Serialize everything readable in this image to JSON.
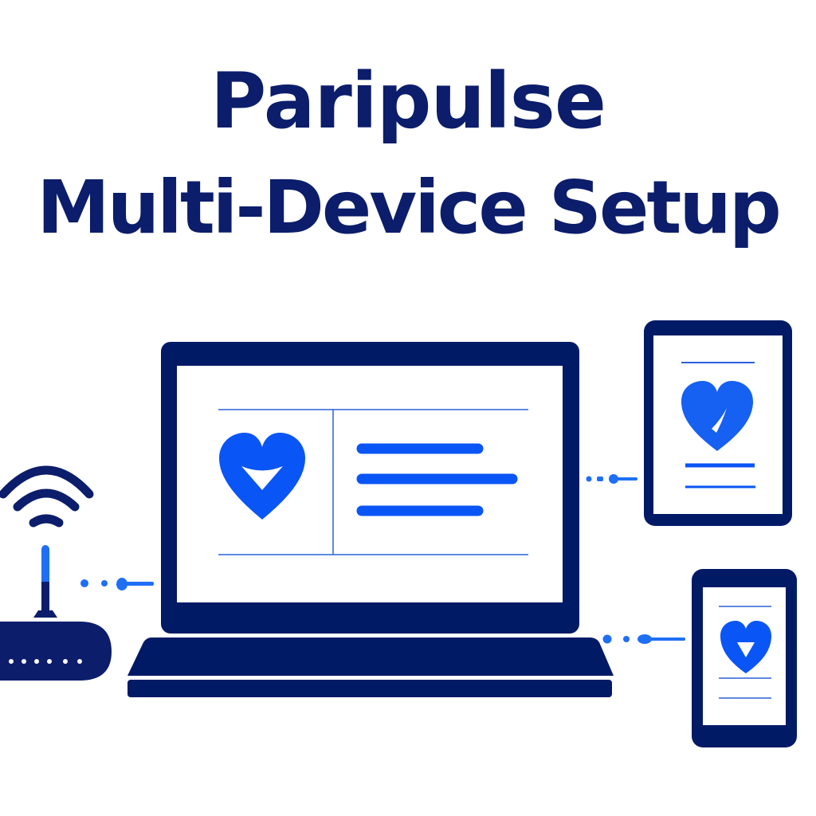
{
  "title": {
    "line1": "Paripulse",
    "line2": "Multi-Device Setup"
  },
  "colors": {
    "navy": "#001a66",
    "accent_blue": "#0a55f5",
    "line_blue": "#2a62d9",
    "background": "#ffffff"
  },
  "devices": [
    {
      "name": "router",
      "icon": "wifi-router-icon"
    },
    {
      "name": "laptop",
      "icon": "laptop-icon",
      "screen_content": [
        "heart-icon",
        "text-lines"
      ]
    },
    {
      "name": "tablet",
      "icon": "tablet-icon",
      "screen_content": [
        "heart-check-icon",
        "text-lines"
      ]
    },
    {
      "name": "phone",
      "icon": "phone-icon",
      "screen_content": [
        "heart-icon",
        "text-lines"
      ]
    }
  ],
  "connections": [
    {
      "from": "router",
      "to": "laptop"
    },
    {
      "from": "laptop",
      "to": "tablet"
    },
    {
      "from": "laptop",
      "to": "phone"
    }
  ]
}
